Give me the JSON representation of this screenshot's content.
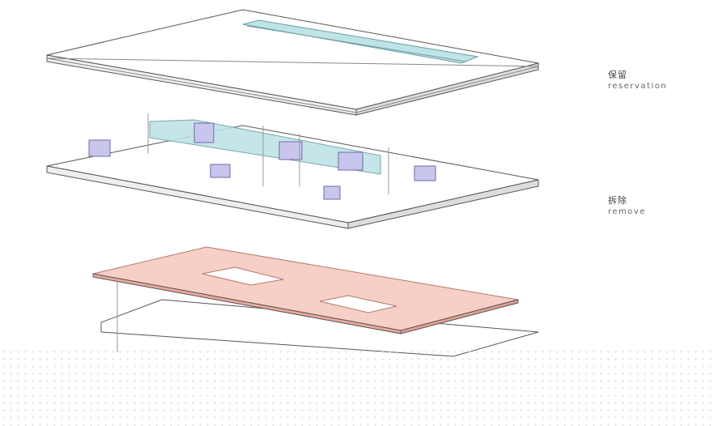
{
  "labels": [
    {
      "zh": "保留",
      "en": "reservation"
    },
    {
      "zh": "拆除",
      "en": "remove"
    }
  ],
  "colors": {
    "reservation": "#bfe3e6",
    "remove": "#c9c6ee",
    "new_roof": "#f6cfc6",
    "line": "#555555"
  }
}
